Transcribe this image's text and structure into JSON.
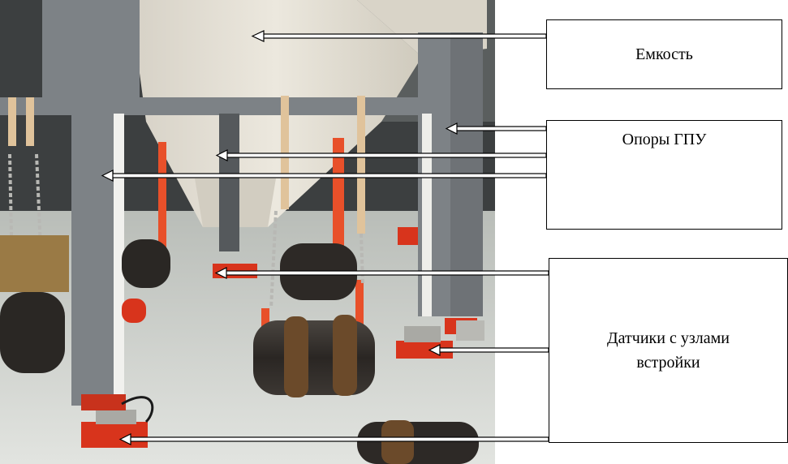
{
  "labels": {
    "capacity": "Емкость",
    "supports": "Опоры ГПУ",
    "sensors_line1": "Датчики с узлами",
    "sensors_line2": "встройки"
  },
  "colors": {
    "frame": "#7d8286",
    "hopper": "#e6e1d6",
    "floor": "#cfd2cd",
    "load_cell": "#d8341c",
    "weight": "#3a3530",
    "strap": "#e8502a"
  }
}
